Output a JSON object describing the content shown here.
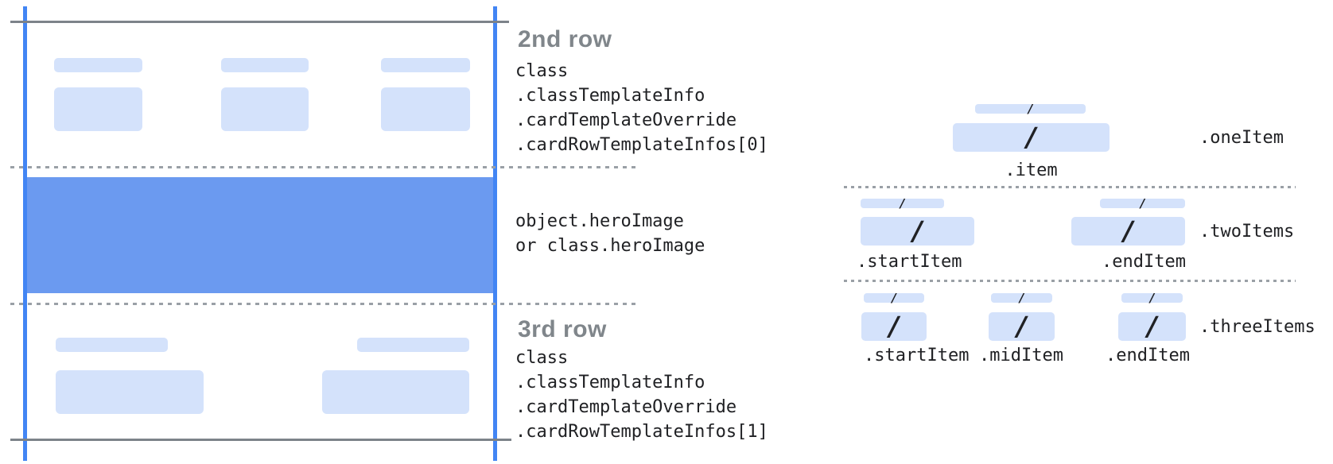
{
  "left_card": {
    "row2": {
      "heading": "2nd row",
      "lines": [
        "class",
        ".classTemplateInfo",
        ".cardTemplateOverride",
        ".cardRowTemplateInfos[0]"
      ]
    },
    "hero": {
      "lines": [
        "object.heroImage",
        "or class.heroImage"
      ]
    },
    "row3": {
      "heading": "3rd row",
      "lines": [
        "class",
        ".classTemplateInfo",
        ".cardTemplateOverride",
        ".cardRowTemplateInfos[1]"
      ]
    }
  },
  "right_diagram": {
    "slash": "/",
    "groups": [
      {
        "label": ".oneItem",
        "item_labels": [
          ".item"
        ]
      },
      {
        "label": ".twoItems",
        "item_labels": [
          ".startItem",
          ".endItem"
        ]
      },
      {
        "label": ".threeItems",
        "item_labels": [
          ".startItem",
          ".midItem",
          ".endItem"
        ]
      }
    ]
  },
  "colors": {
    "accent_blue": "#4285f4",
    "hero_blue": "#6b9af0",
    "bar_blue": "#d4e2fb",
    "line_gray": "#7d838a",
    "dash_gray": "#9aa0a6",
    "heading_gray": "#80868b",
    "code_dark": "#202124"
  }
}
